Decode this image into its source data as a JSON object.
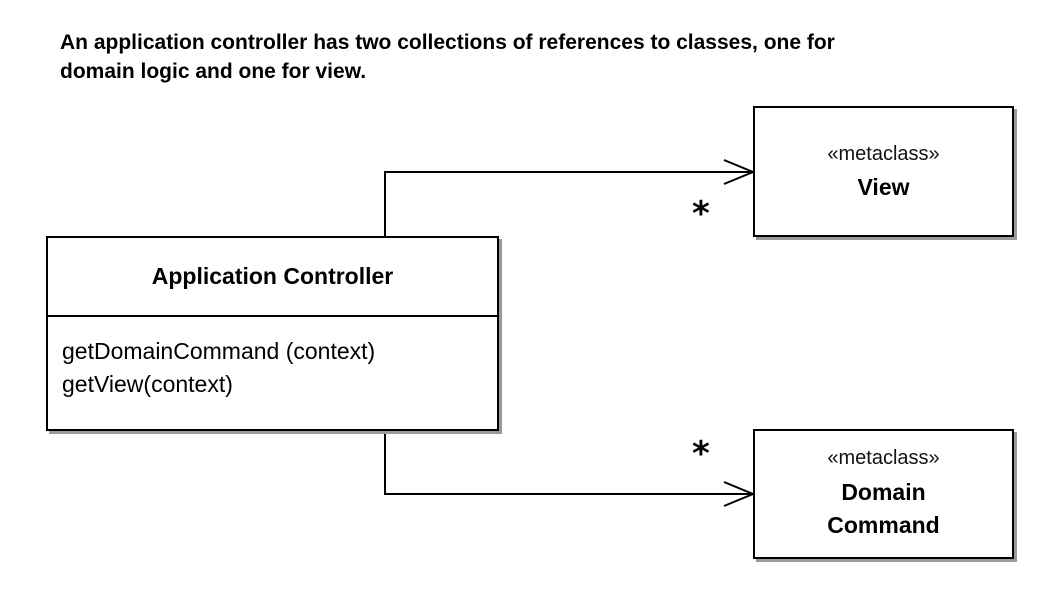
{
  "caption": {
    "line1": "An application controller has two collections of references to classes, one for",
    "line2": "domain logic and one for view."
  },
  "controller": {
    "name": "Application Controller",
    "operations": [
      "getDomainCommand (context)",
      "getView(context)"
    ]
  },
  "view_class": {
    "stereotype": "«metaclass»",
    "name": "View"
  },
  "domain_class": {
    "stereotype": "«metaclass»",
    "name_lines": [
      "Domain",
      "Command"
    ]
  },
  "associations": {
    "to_view": {
      "multiplicity": "*"
    },
    "to_domain": {
      "multiplicity": "*"
    }
  }
}
